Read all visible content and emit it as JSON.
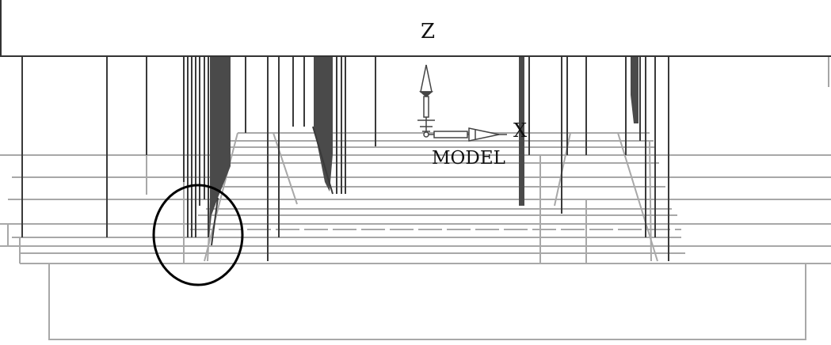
{
  "view": {
    "z_axis_label": "Z",
    "x_axis_label": "X",
    "model_label": "MODEL"
  },
  "colors": {
    "background": "#ffffff",
    "dark_line": "#3a3a3a",
    "light_line": "#a8a8a8",
    "circle": "#000000"
  }
}
